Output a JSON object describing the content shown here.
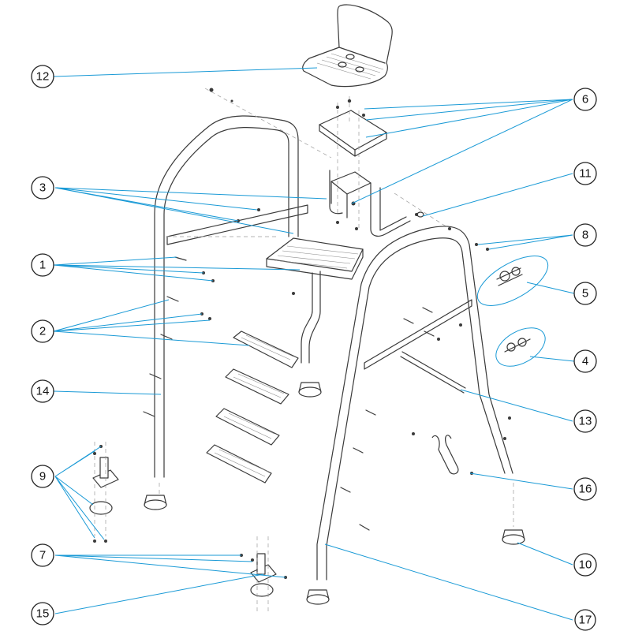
{
  "callouts": [
    {
      "number": "1"
    },
    {
      "number": "2"
    },
    {
      "number": "3"
    },
    {
      "number": "4"
    },
    {
      "number": "5"
    },
    {
      "number": "6"
    },
    {
      "number": "7"
    },
    {
      "number": "8"
    },
    {
      "number": "9"
    },
    {
      "number": "10"
    },
    {
      "number": "11"
    },
    {
      "number": "12"
    },
    {
      "number": "13"
    },
    {
      "number": "14"
    },
    {
      "number": "15"
    },
    {
      "number": "16"
    },
    {
      "number": "17"
    }
  ],
  "colors": {
    "leader": "#1a9ad6",
    "outline": "#3a3a3a",
    "background": "#ffffff"
  }
}
